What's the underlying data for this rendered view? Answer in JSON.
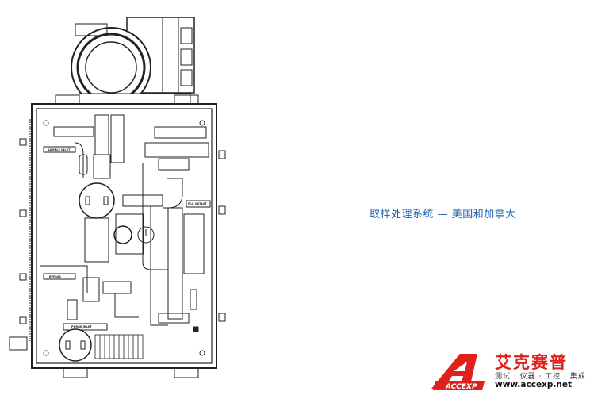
{
  "caption": "取样处理系统 — 美国和加拿大",
  "drawing_labels": {
    "sample_inlet": "SAMPLE INLET",
    "bypass": "BYPASS",
    "purge_inlet": "PURGE INLET",
    "flow_outlet": "FLO OUTLET"
  },
  "logo": {
    "brand_cn": "艾克赛普",
    "mark": "ACCEXP",
    "tagline": "测试 · 仪器 · 工控 · 集成",
    "url": "www.accexp.net",
    "colors": {
      "red": "#e0211b",
      "caption_blue": "#1b62ad"
    }
  }
}
